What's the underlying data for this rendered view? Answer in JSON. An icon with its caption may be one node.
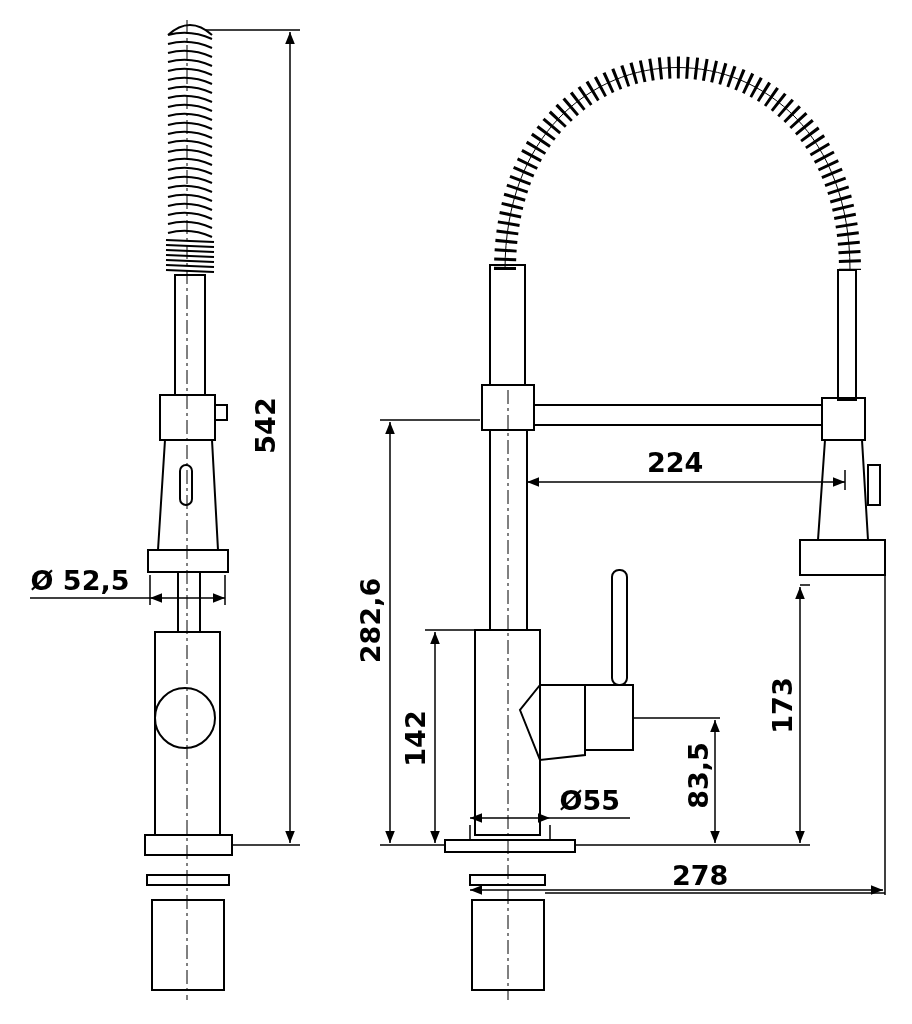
{
  "diagram": {
    "labels": [
      "542",
      "224",
      "Ø 52,5",
      "282,6",
      "173",
      "142",
      "83,5",
      "Ø55",
      "278"
    ]
  }
}
